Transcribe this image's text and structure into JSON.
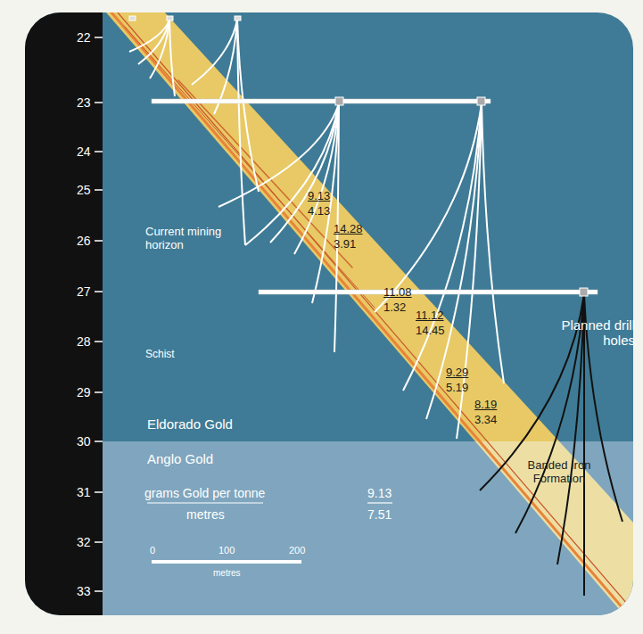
{
  "diagram": {
    "labels": [
      "22",
      "23",
      "24",
      "25",
      "26",
      "27",
      "28",
      "29",
      "30",
      "31",
      "32",
      "33",
      "Current mining horizon",
      "Schist",
      "9.13",
      "4.13",
      "14.28",
      "3.91",
      "11.08",
      "1.32",
      "11.12",
      "14.45",
      "9.29",
      "5.19",
      "8.19",
      "3.34",
      "Planned drill holes",
      "Eldorado Gold",
      "Anglo Gold",
      "Banded Iron Formation",
      "grams Gold per tonne",
      "metres",
      "9.13",
      "7.51",
      "0",
      "100",
      "200",
      "metres"
    ]
  }
}
